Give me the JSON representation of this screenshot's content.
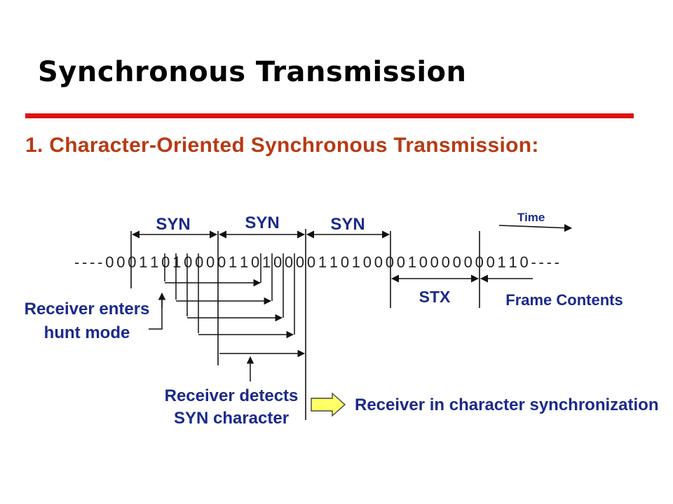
{
  "title": "Synchronous Transmission",
  "subtitle": "1. Character-Oriented Synchronous Transmission:",
  "colors": {
    "rule": "#e01010",
    "subtitle": "#b83a14",
    "labels": "#1b2a8c",
    "highlight_arrow": "#ffff66"
  },
  "diagram": {
    "bitstream": "- - - - 0 0 0 1 1 0 1 0 0 0 0 1 1 0 1 0 0 0 0 1 1 0 1 0 0 0 0 1 0 0 0 0 0 0 0 1 1 0 - - - -",
    "syn_labels": [
      "SYN",
      "SYN",
      "SYN"
    ],
    "time_label": "Time",
    "stx_label": "STX",
    "frame_label": "Frame Contents",
    "hunt_label": [
      "Receiver enters",
      "hunt mode"
    ],
    "detect_label": [
      "Receiver detects",
      "SYN character"
    ],
    "sync_label": "Receiver in character synchronization"
  }
}
